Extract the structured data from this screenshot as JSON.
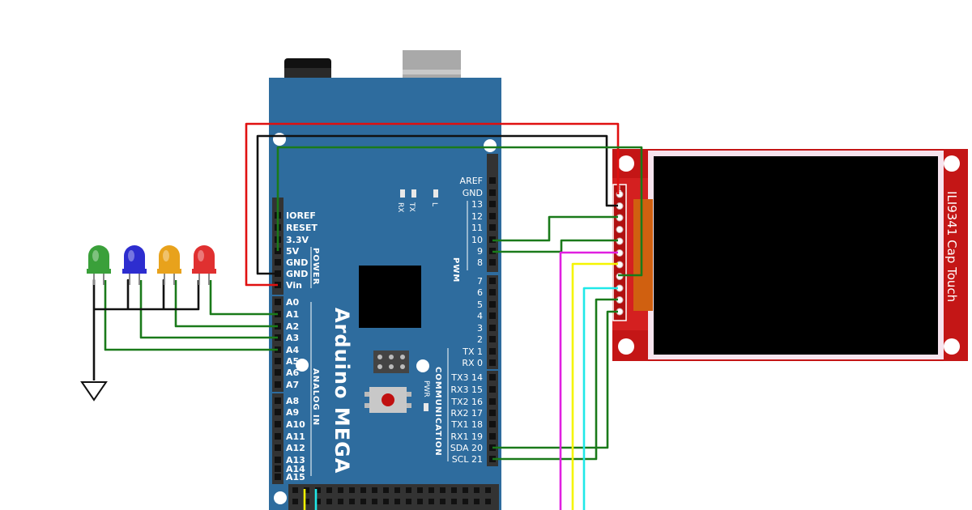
{
  "board": {
    "name": "Arduino MEGA",
    "power_label": "POWER",
    "analog_label": "ANALOG IN",
    "pwm_label": "PWM",
    "comm_label": "COMMUNICATION",
    "pwr_led_label": "PWR",
    "tx_led_label": "TX",
    "rx_led_label": "RX",
    "l_led_label": "L",
    "power_pins": [
      "IOREF",
      "RESET",
      "3.3V",
      "5V",
      "GND",
      "GND",
      "Vin"
    ],
    "analog_pins": [
      "A0",
      "A1",
      "A2",
      "A3",
      "A4",
      "A5",
      "A6",
      "A7",
      "A8",
      "A9",
      "A10",
      "A11",
      "A12",
      "A13",
      "A14",
      "A15"
    ],
    "right_pins_top": [
      {
        "name": "AREF",
        "num": ""
      },
      {
        "name": "GND",
        "num": ""
      },
      {
        "name": "",
        "num": "13"
      },
      {
        "name": "",
        "num": "12"
      },
      {
        "name": "",
        "num": "11"
      },
      {
        "name": "",
        "num": "10"
      },
      {
        "name": "",
        "num": "9"
      },
      {
        "name": "",
        "num": "8"
      }
    ],
    "right_pins_mid": [
      {
        "name": "",
        "num": "7"
      },
      {
        "name": "",
        "num": "6"
      },
      {
        "name": "",
        "num": "5"
      },
      {
        "name": "",
        "num": "4"
      },
      {
        "name": "",
        "num": "3"
      },
      {
        "name": "",
        "num": "2"
      },
      {
        "name": "TX",
        "num": "1"
      },
      {
        "name": "RX",
        "num": "0"
      }
    ],
    "right_pins_comm": [
      {
        "name": "TX3",
        "num": "14"
      },
      {
        "name": "RX3",
        "num": "15"
      },
      {
        "name": "TX2",
        "num": "16"
      },
      {
        "name": "RX2",
        "num": "17"
      },
      {
        "name": "TX1",
        "num": "18"
      },
      {
        "name": "RX1",
        "num": "19"
      },
      {
        "name": "SDA",
        "num": "20"
      },
      {
        "name": "SCL",
        "num": "21"
      }
    ]
  },
  "display": {
    "label": "ILI9341 Cap Touch"
  },
  "leds": [
    {
      "color_name": "green",
      "color": "#3aa03a"
    },
    {
      "color_name": "blue",
      "color": "#2d2dcf"
    },
    {
      "color_name": "yellow",
      "color": "#e8a21c"
    },
    {
      "color_name": "red",
      "color": "#e03030"
    }
  ],
  "wire_colors": {
    "red": "#e01010",
    "black": "#111111",
    "green": "#1a7a1a",
    "magenta": "#e020e0",
    "yellow": "#f5f500",
    "cyan": "#20e8e8"
  }
}
